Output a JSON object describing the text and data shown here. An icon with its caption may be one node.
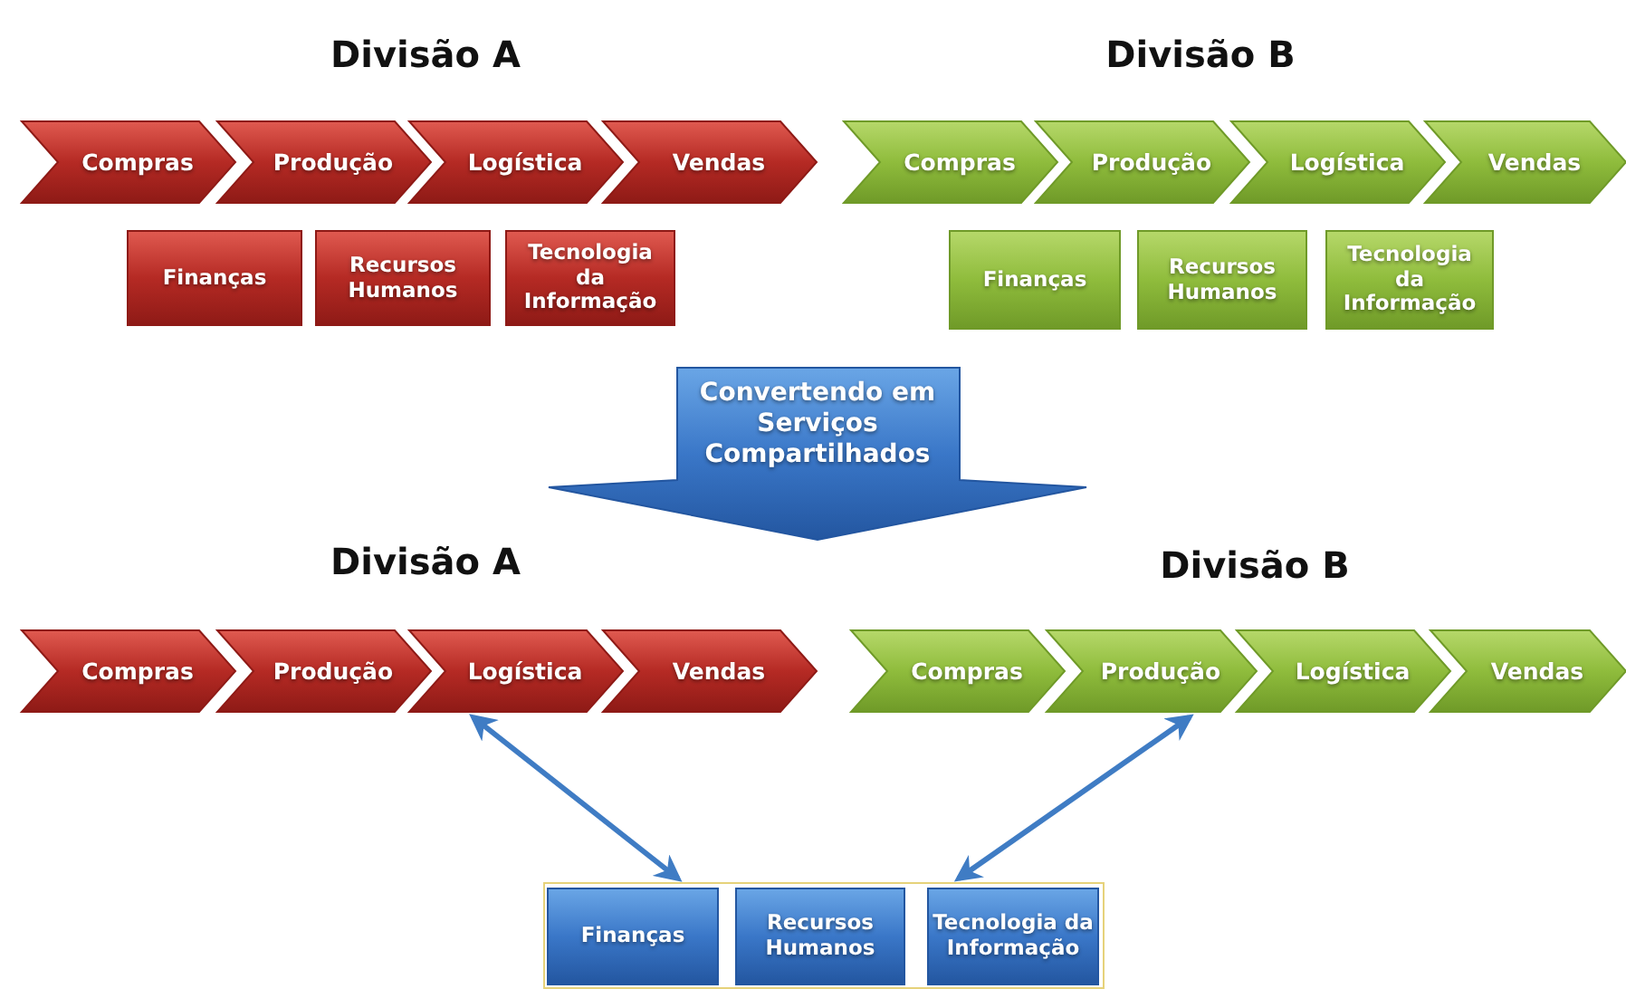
{
  "diagram": {
    "nodes": [
      {
        "text": [
          "Compras"
        ]
      },
      {
        "text": [
          "Produção"
        ]
      },
      {
        "text": [
          "Logística"
        ]
      },
      {
        "text": [
          "Vendas"
        ]
      },
      {
        "text": [
          "Finanças"
        ]
      },
      {
        "text": [
          "Recursos Humanos"
        ]
      },
      {
        "text": [
          "Tecnologia da Informação"
        ]
      },
      {
        "text": [
          "Compras"
        ]
      },
      {
        "text": [
          "Produção"
        ]
      },
      {
        "text": [
          "Logística"
        ]
      },
      {
        "text": [
          "Vendas"
        ]
      },
      {
        "text": [
          "Finanças"
        ]
      },
      {
        "text": [
          "Recursos Humanos"
        ]
      },
      {
        "text": [
          "Tecnologia da Informação"
        ]
      },
      {
        "text": [
          "Convertendo em Serviços Compartilhados"
        ]
      },
      {
        "text": [
          "Compras"
        ]
      },
      {
        "text": [
          "Produção"
        ]
      },
      {
        "text": [
          "Logística"
        ]
      },
      {
        "text": [
          "Vendas"
        ]
      },
      {
        "text": [
          "Compras"
        ]
      },
      {
        "text": [
          "Produção"
        ]
      },
      {
        "text": [
          "Logística"
        ]
      },
      {
        "text": [
          "Vendas"
        ]
      },
      {
        "text": [],
        "shape": "box"
      },
      {
        "text": [
          "Finanças"
        ],
        "in": 23
      },
      {
        "text": [
          "Recursos Humanos"
        ],
        "in": 23
      },
      {
        "text": [
          "Tecnologia da Informação"
        ],
        "in": 23
      }
    ],
    "edges": [
      {
        "from": 17,
        "to": 23,
        "arrow": "both"
      },
      {
        "from": 20,
        "to": 23,
        "arrow": "both"
      }
    ],
    "labels": [
      "Divisão A",
      "Divisão B",
      "Divisão A",
      "Divisão B"
    ]
  }
}
